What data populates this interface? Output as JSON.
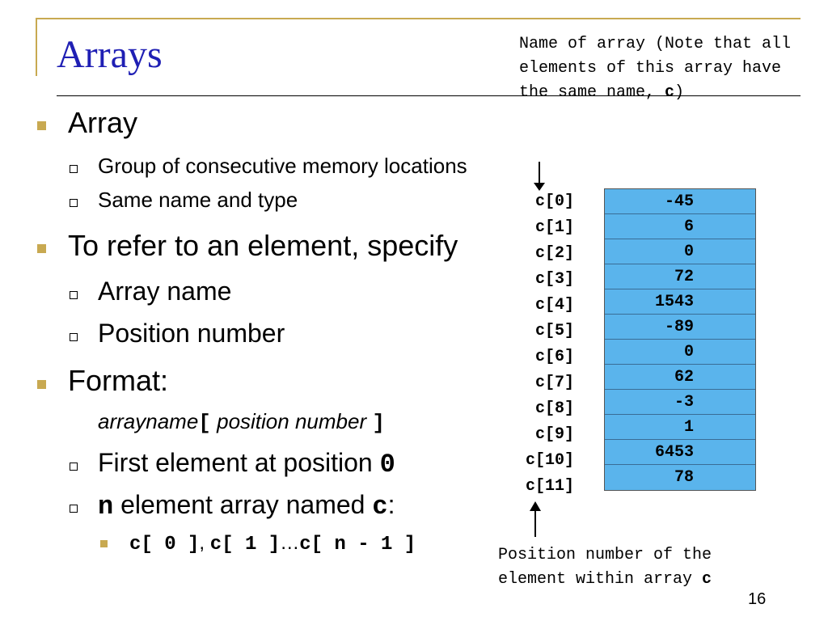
{
  "slide": {
    "title": "Arrays",
    "page_number": "16",
    "note_top": {
      "text": "Name of array (Note that all elements of this array have the same name, ",
      "bold": "c",
      "suffix": ")"
    },
    "note_bottom": {
      "text": "Position number of the element within array ",
      "bold": "c"
    },
    "bullets": {
      "array": "Array",
      "group": "Group of consecutive memory locations",
      "same": "Same name and type",
      "refer": "To refer to an element, specify",
      "array_name": "Array name",
      "position_number": "Position number",
      "format": "Format:",
      "format_line": {
        "arrayname": "arrayname",
        "open": "[",
        "position": " position number ",
        "close": "]"
      },
      "first": {
        "text": "First element at position ",
        "code": "0"
      },
      "n_element": {
        "code_n": "n",
        "text": " element array named ",
        "code_c": "c",
        "colon": ":"
      },
      "example": {
        "a": "c[ 0 ]",
        "comma": ", ",
        "b": "c[ 1 ]",
        "ellipsis": "…",
        "c": "c[ n - 1 ]"
      }
    },
    "array": {
      "labels": [
        "c[0]",
        "c[1]",
        "c[2]",
        "c[3]",
        "c[4]",
        "c[5]",
        "c[6]",
        "c[7]",
        "c[8]",
        "c[9]",
        "c[10]",
        "c[11]"
      ],
      "values": [
        "-45",
        "6",
        "0",
        "72",
        "1543",
        "-89",
        "0",
        "62",
        "-3",
        "1",
        "6453",
        "78"
      ],
      "cell_color": "#5ab4ec"
    },
    "colors": {
      "title": "#1f1fb4",
      "accent": "#c8a951"
    }
  }
}
